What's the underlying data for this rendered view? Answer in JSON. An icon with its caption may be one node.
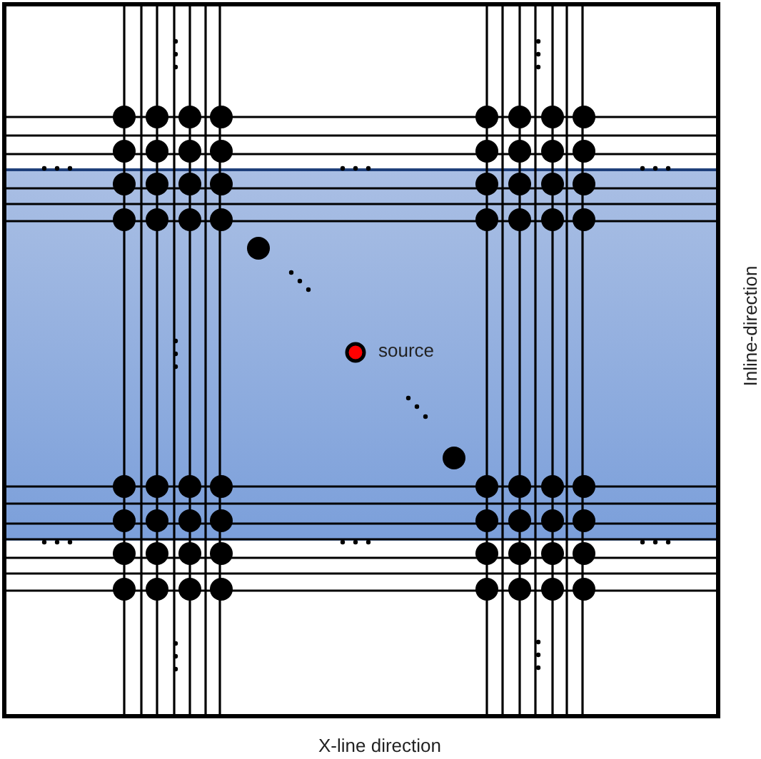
{
  "diagram": {
    "labels": [
      "source",
      "Inline-direction",
      "X-line direction"
    ]
  }
}
